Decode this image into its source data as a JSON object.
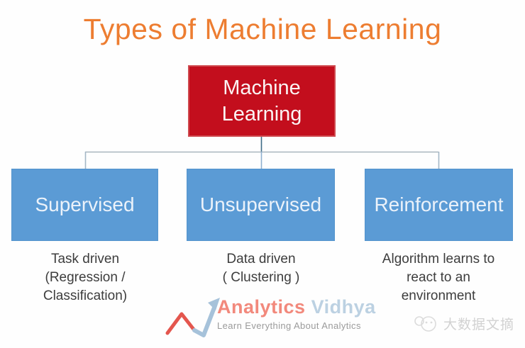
{
  "title": "Types of Machine Learning",
  "diagram": {
    "root": {
      "label": "Machine\nLearning"
    },
    "branches": [
      {
        "label": "Supervised",
        "caption": "Task driven\n(Regression /\nClassification)"
      },
      {
        "label": "Unsupervised",
        "caption": "Data driven\n( Clustering )"
      },
      {
        "label": "Reinforcement",
        "caption": "Algorithm learns to\nreact to an\nenvironment"
      }
    ]
  },
  "logo": {
    "brand_primary": "Analytics",
    "brand_secondary": "Vidhya",
    "tagline": "Learn Everything About Analytics",
    "mark_icon": "trend-line-arrow-icon"
  },
  "watermark": {
    "text": "大数据文摘",
    "icon": "big-data-digest-logo-icon"
  },
  "colors": {
    "title_orange": "#ED7D31",
    "root_node_red": "#c30e1d",
    "branch_node_blue": "#5b9bd5",
    "node_text": "#ebf2fa",
    "caption_text": "#3d3d3d",
    "connector_light": "#a9b6be",
    "connector_dark": "#3f6c86",
    "logo_salmon": "#f2897c",
    "logo_light_blue": "#bcd1e2",
    "watermark_gray": "#d2d2d2"
  }
}
